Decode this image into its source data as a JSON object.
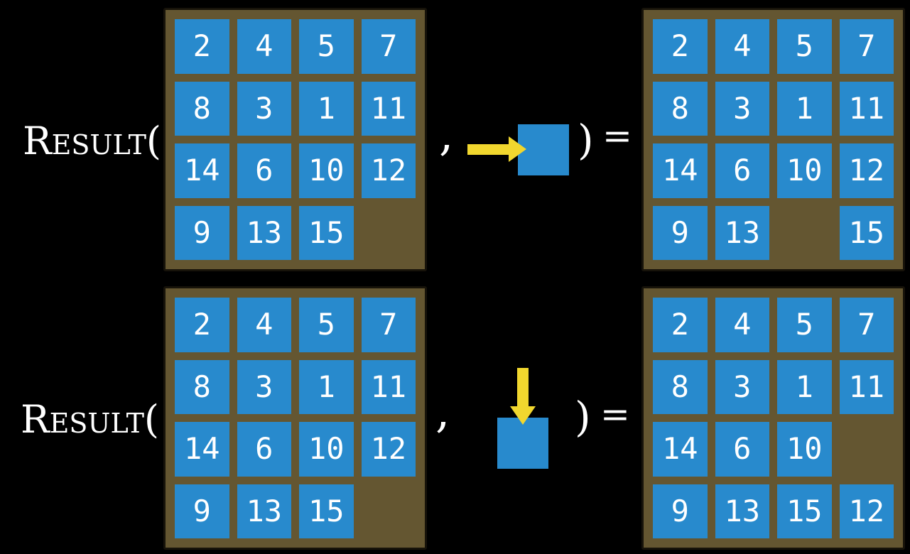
{
  "figure": {
    "function_label": "Result(",
    "comma": ",",
    "close_paren": ")",
    "equals": "=",
    "colors": {
      "background": "#000000",
      "board_frame": "#645631",
      "board_border": "#17130a",
      "tile_blue": "#288acd",
      "tile_text": "#ffffff",
      "arrow_yellow": "#f1d72e",
      "label_text": "#ffffff"
    },
    "rows": [
      {
        "action": "slide-tile-right",
        "arrow_direction": "right",
        "input_grid": [
          [
            2,
            4,
            5,
            7
          ],
          [
            8,
            3,
            1,
            11
          ],
          [
            14,
            6,
            10,
            12
          ],
          [
            9,
            13,
            15,
            null
          ]
        ],
        "output_grid": [
          [
            2,
            4,
            5,
            7
          ],
          [
            8,
            3,
            1,
            11
          ],
          [
            14,
            6,
            10,
            12
          ],
          [
            9,
            13,
            null,
            15
          ]
        ]
      },
      {
        "action": "slide-tile-down",
        "arrow_direction": "down",
        "input_grid": [
          [
            2,
            4,
            5,
            7
          ],
          [
            8,
            3,
            1,
            11
          ],
          [
            14,
            6,
            10,
            12
          ],
          [
            9,
            13,
            15,
            null
          ]
        ],
        "output_grid": [
          [
            2,
            4,
            5,
            7
          ],
          [
            8,
            3,
            1,
            11
          ],
          [
            14,
            6,
            10,
            null
          ],
          [
            9,
            13,
            15,
            12
          ]
        ]
      }
    ]
  }
}
